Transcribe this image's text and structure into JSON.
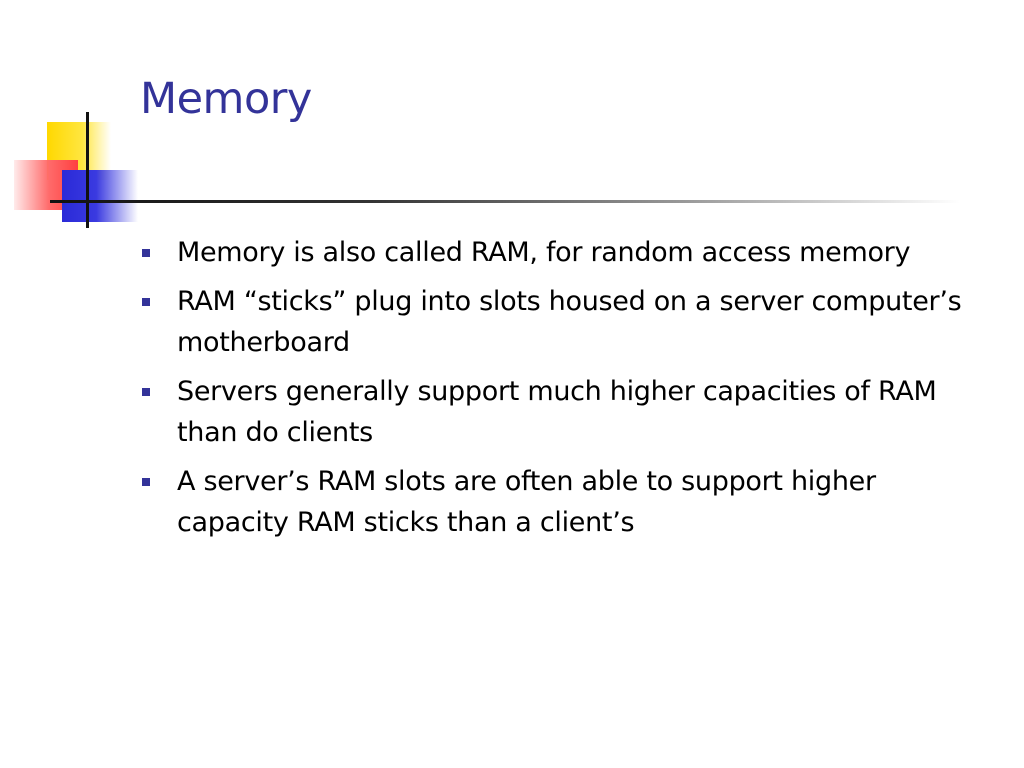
{
  "slide": {
    "title": "Memory",
    "title_color": "#333399",
    "bullet_color": "#333399",
    "bullets": [
      "Memory is also called RAM, for random access memory",
      "RAM “sticks” plug into slots housed on a server computer’s motherboard",
      "Servers generally support much higher capacities of RAM than do clients",
      "A server’s RAM slots are often able to support higher capacity RAM sticks than a client’s"
    ]
  }
}
